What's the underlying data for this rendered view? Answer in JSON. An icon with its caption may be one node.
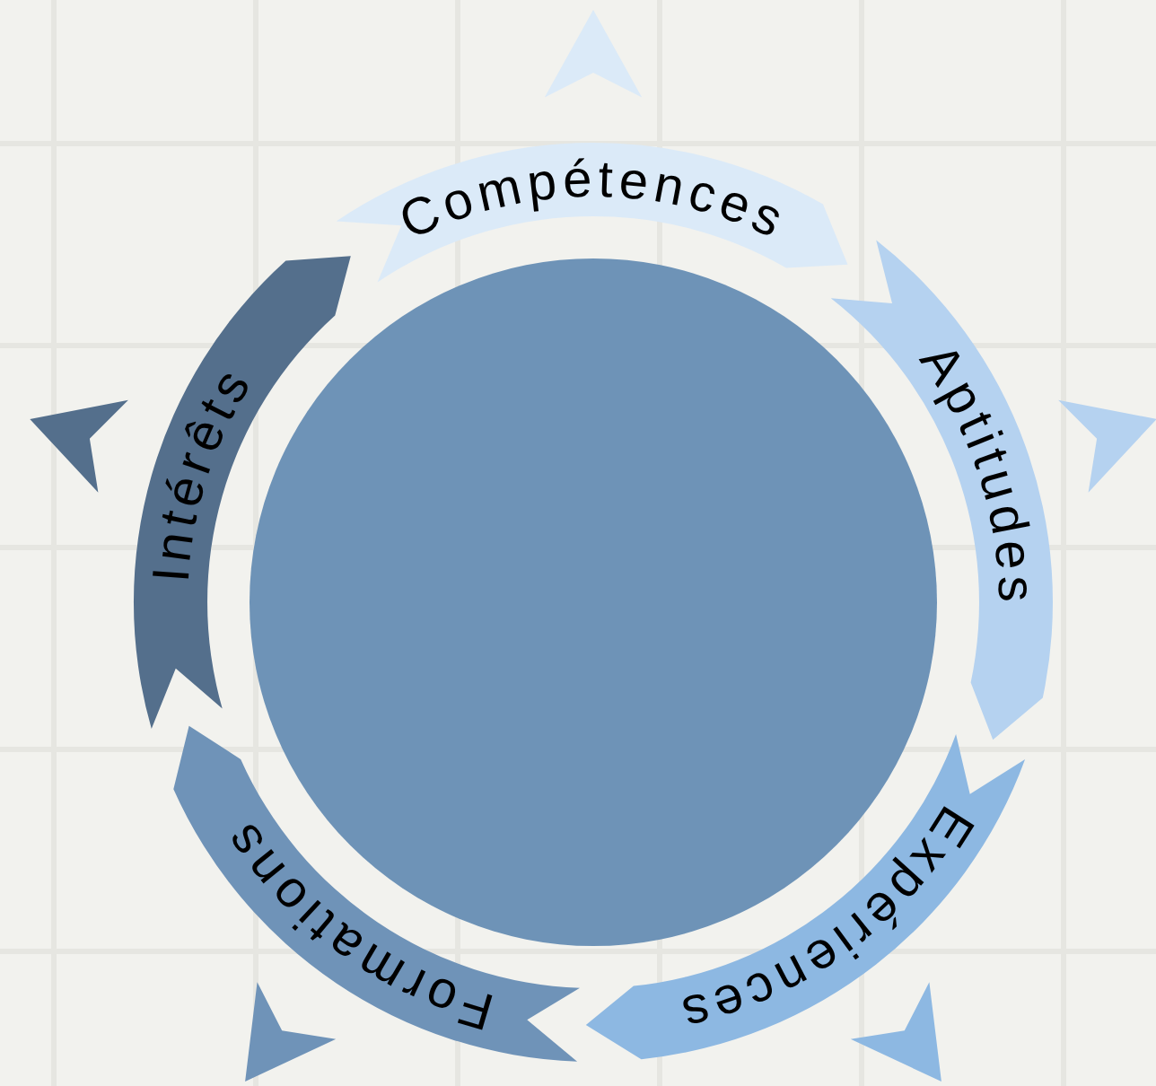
{
  "diagram": {
    "nodes": [
      {
        "text": [
          "Compétences"
        ]
      },
      {
        "text": [
          "Aptitudes"
        ]
      },
      {
        "text": [
          "Expériences"
        ]
      },
      {
        "text": [
          "Formations"
        ]
      },
      {
        "text": [
          "Intérêts"
        ]
      },
      {
        "text": [],
        "shape": "circle"
      }
    ]
  }
}
